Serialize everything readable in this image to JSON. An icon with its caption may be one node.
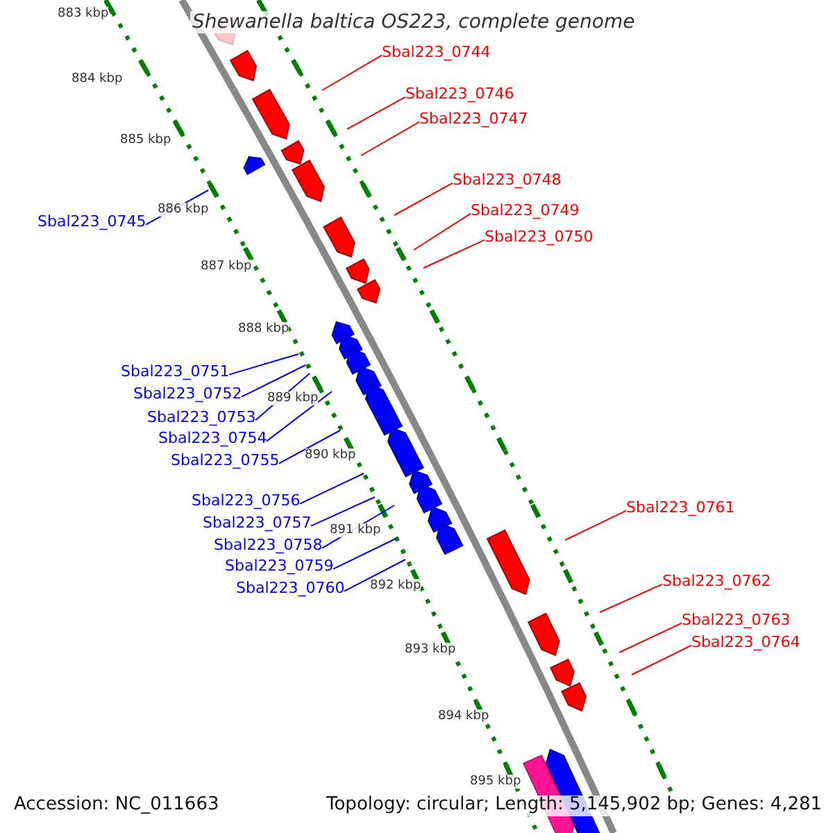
{
  "diagram": {
    "title": "Shewanella baltica OS223, complete genome",
    "nodes": [
      {
        "text": [
          "Sbal223_0744"
        ]
      },
      {
        "text": [
          "Sbal223_0745"
        ]
      },
      {
        "text": [
          "Sbal223_0746"
        ]
      },
      {
        "text": [
          "Sbal223_0747"
        ]
      },
      {
        "text": [
          "Sbal223_0748"
        ]
      },
      {
        "text": [
          "Sbal223_0749"
        ]
      },
      {
        "text": [
          "Sbal223_0750"
        ]
      },
      {
        "text": [
          "Sbal223_0751"
        ]
      },
      {
        "text": [
          "Sbal223_0752"
        ]
      },
      {
        "text": [
          "Sbal223_0753"
        ]
      },
      {
        "text": [
          "Sbal223_0754"
        ]
      },
      {
        "text": [
          "Sbal223_0755"
        ]
      },
      {
        "text": [
          "Sbal223_0756"
        ]
      },
      {
        "text": [
          "Sbal223_0757"
        ]
      },
      {
        "text": [
          "Sbal223_0758"
        ]
      },
      {
        "text": [
          "Sbal223_0759"
        ]
      },
      {
        "text": [
          "Sbal223_0760"
        ]
      },
      {
        "text": [
          "Sbal223_0761"
        ]
      },
      {
        "text": [
          "Sbal223_0762"
        ]
      },
      {
        "text": [
          "Sbal223_0763"
        ]
      },
      {
        "text": [
          "Sbal223_0764"
        ]
      }
    ],
    "edges": [
      {
        "from": 0,
        "to": null,
        "arrow": "none",
        "color": "#ff0000"
      },
      {
        "from": 1,
        "to": null,
        "arrow": "none"
      },
      {
        "from": 2,
        "to": null,
        "arrow": "none",
        "color": "#ff0000"
      },
      {
        "from": 3,
        "to": null,
        "arrow": "none",
        "color": "#ff0000"
      },
      {
        "from": 4,
        "to": null,
        "arrow": "none",
        "color": "#ff0000"
      },
      {
        "from": 5,
        "to": null,
        "arrow": "none",
        "color": "#ff0000"
      },
      {
        "from": 6,
        "to": null,
        "arrow": "none",
        "color": "#ff0000"
      },
      {
        "from": 7,
        "to": null,
        "arrow": "none"
      },
      {
        "from": 8,
        "to": null,
        "arrow": "none"
      },
      {
        "from": 9,
        "to": null,
        "arrow": "none"
      },
      {
        "from": 10,
        "to": null,
        "arrow": "none"
      },
      {
        "from": 11,
        "to": null,
        "arrow": "none"
      },
      {
        "from": 12,
        "to": null,
        "arrow": "none"
      },
      {
        "from": 13,
        "to": null,
        "arrow": "none"
      },
      {
        "from": 14,
        "to": null,
        "arrow": "none"
      },
      {
        "from": 15,
        "to": null,
        "arrow": "none"
      },
      {
        "from": 16,
        "to": null,
        "arrow": "none"
      },
      {
        "from": 17,
        "to": null,
        "arrow": "none",
        "color": "#ff0000"
      },
      {
        "from": 18,
        "to": null,
        "arrow": "none",
        "color": "#ff0000"
      },
      {
        "from": 19,
        "to": null,
        "arrow": "none",
        "color": "#ff0000"
      },
      {
        "from": 20,
        "to": null,
        "arrow": "none",
        "color": "#ff0000"
      }
    ],
    "labels": [
      "883 kbp",
      "884 kbp",
      "885 kbp",
      "886 kbp",
      "887 kbp",
      "888 kbp",
      "889 kbp",
      "890 kbp",
      "891 kbp",
      "892 kbp",
      "893 kbp",
      "894 kbp",
      "895 kbp",
      "Accession: NC_011663",
      "Topology: circular; Length: 5,145,902 bp; Genes: 4,281"
    ]
  }
}
